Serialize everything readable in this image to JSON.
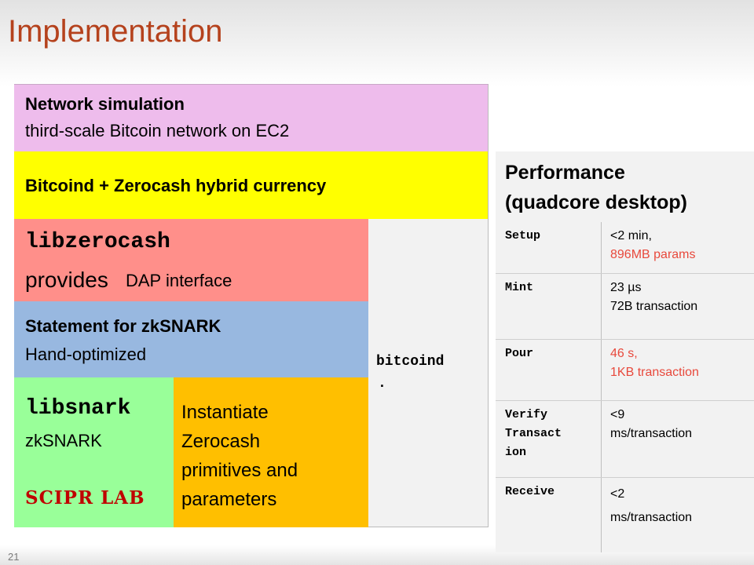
{
  "slide": {
    "title": "Implementation",
    "number": "21"
  },
  "stack": {
    "network": {
      "heading": "Network simulation",
      "sub": "third-scale Bitcoin network on EC2"
    },
    "hybrid": {
      "heading": "Bitcoind + Zerocash hybrid currency"
    },
    "libzerocash": {
      "name": "libzerocash",
      "sub_a": "provides",
      "sub_b": "DAP interface"
    },
    "statement": {
      "heading": "Statement for zkSNARK",
      "sub": "Hand-optimized"
    },
    "libsnark": {
      "name": "libsnark",
      "sub": "zkSNARK",
      "logo": "SCIPR LAB"
    },
    "instantiate": {
      "lines": [
        "Instantiate",
        "Zerocash",
        "primitives and",
        "parameters"
      ]
    },
    "bitcoind": {
      "name": "bitcoind",
      "dot": "."
    }
  },
  "performance": {
    "heading_line1": "Performance",
    "heading_line2": "(quadcore desktop)",
    "rows": [
      {
        "key": [
          "Setup"
        ],
        "value": [
          {
            "text": "<2 min,",
            "color": "#000000"
          },
          {
            "text": "896MB params",
            "color": "#e8493c"
          }
        ]
      },
      {
        "key": [
          "Mint"
        ],
        "value": [
          {
            "text": "23 µs",
            "color": "#000000"
          },
          {
            "text": "72B transaction",
            "color": "#000000"
          }
        ]
      },
      {
        "key": [
          "Pour"
        ],
        "value": [
          {
            "text": "46 s,",
            "color": "#e8493c"
          },
          {
            "text": "1KB transaction",
            "color": "#e8493c"
          }
        ]
      },
      {
        "key": [
          "Verify",
          "Transact",
          "ion"
        ],
        "value": [
          {
            "text": "<9",
            "color": "#000000"
          },
          {
            "text": "ms/transaction",
            "color": "#000000"
          }
        ]
      },
      {
        "key": [
          "Receive"
        ],
        "value": [
          {
            "text": "<2",
            "color": "#000000"
          },
          {
            "text": "ms/transaction",
            "color": "#000000"
          }
        ]
      }
    ]
  }
}
